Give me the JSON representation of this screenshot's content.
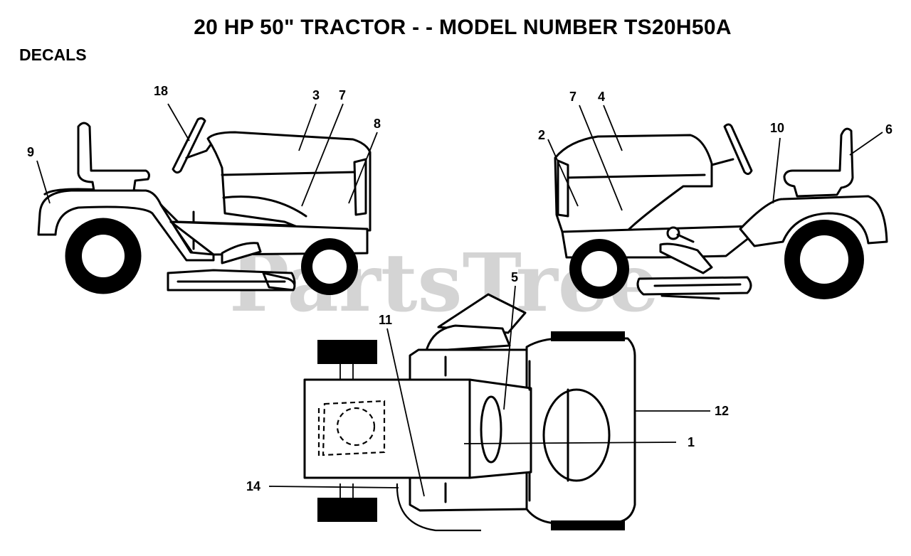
{
  "title": "20 HP 50\" TRACTOR - - MODEL NUMBER TS20H50A",
  "subtitle": "DECALS",
  "watermark": "PartsTree",
  "callouts": {
    "c18": "18",
    "c3": "3",
    "c7a": "7",
    "c8": "8",
    "c9": "9",
    "c7b": "7",
    "c4": "4",
    "c2": "2",
    "c10": "10",
    "c6": "6",
    "c5": "5",
    "c11": "11",
    "c12": "12",
    "c1": "1",
    "c14": "14"
  }
}
